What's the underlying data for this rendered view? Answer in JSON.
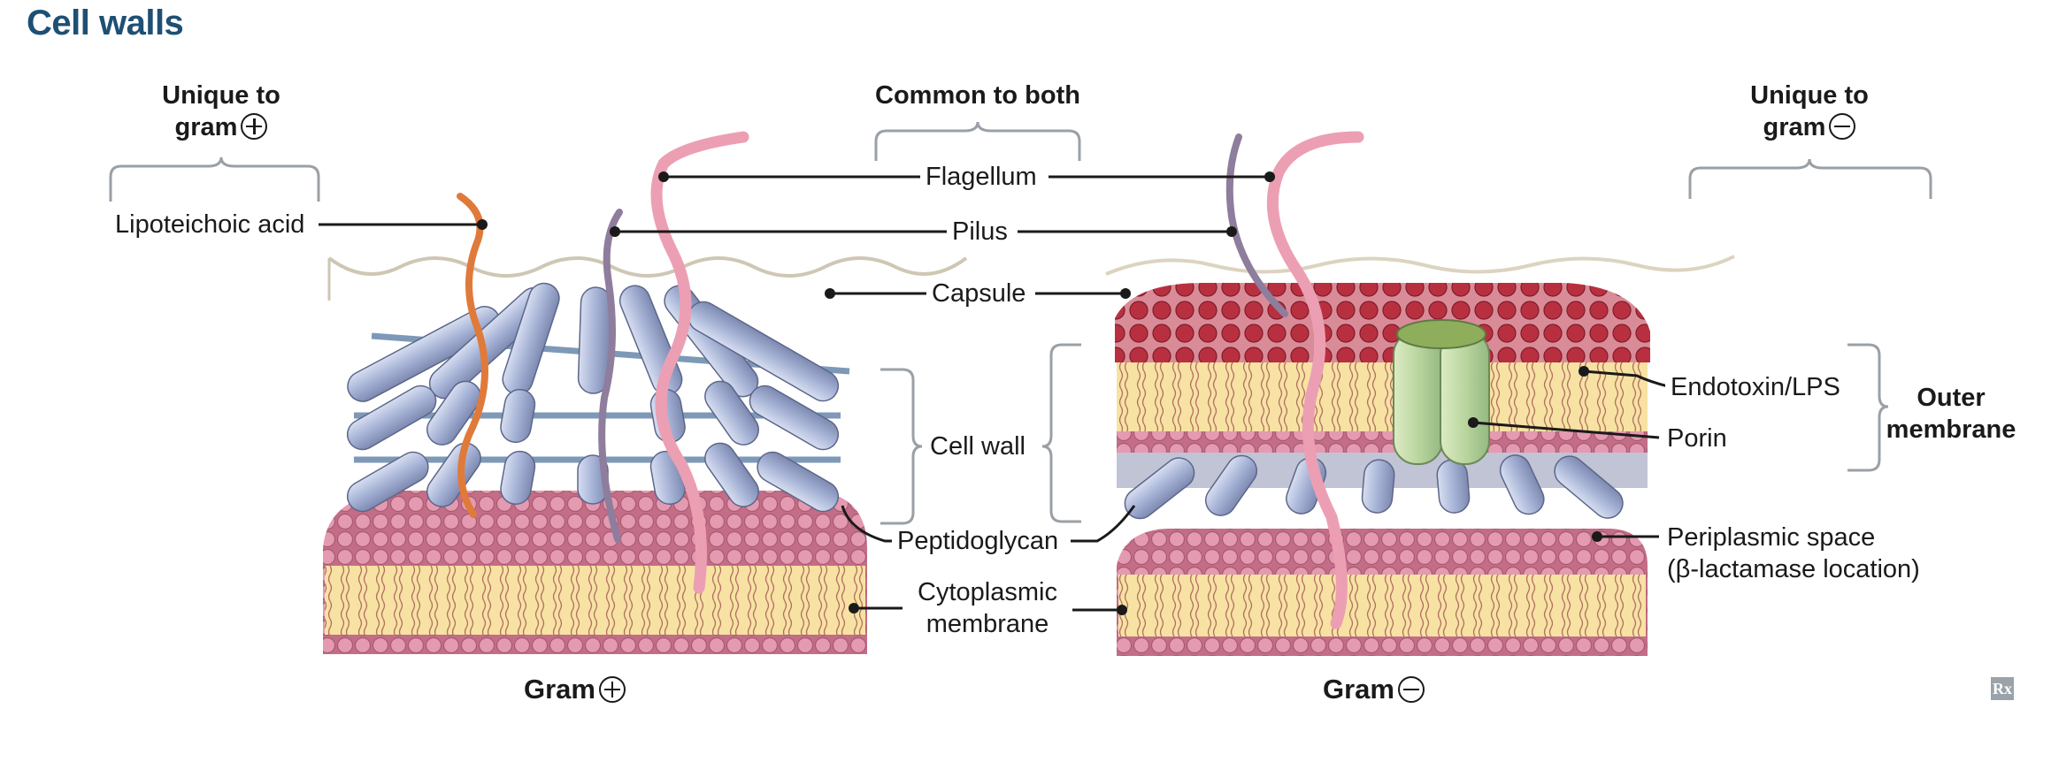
{
  "title": "Cell walls",
  "headers": {
    "unique_left_line1": "Unique to",
    "unique_left_line2": "gram",
    "common": "Common to both",
    "unique_right_line1": "Unique to",
    "unique_right_line2": "gram"
  },
  "labels": {
    "lipoteichoic": "Lipoteichoic acid",
    "flagellum": "Flagellum",
    "pilus": "Pilus",
    "capsule": "Capsule",
    "cell_wall": "Cell wall",
    "peptidoglycan": "Peptidoglycan",
    "cytoplasmic_line1": "Cytoplasmic",
    "cytoplasmic_line2": "membrane",
    "endotoxin": "Endotoxin/LPS",
    "porin": "Porin",
    "outer_line1": "Outer",
    "outer_line2": "membrane",
    "periplasmic_line1": "Periplasmic space",
    "periplasmic_line2": "(β-lactamase location)"
  },
  "captions": {
    "gram_pos": "Gram",
    "gram_neg": "Gram"
  },
  "icons": {
    "plus_circle": "circled-plus-icon",
    "minus_circle": "circled-minus-icon",
    "rx": "rx-icon"
  },
  "badge": "Rx",
  "colors": {
    "title": "#1e4f74",
    "membrane_head": "#d98aa0",
    "lipid_tail": "#f6e3a6",
    "peptidoglycan": "#a9b6d6",
    "lps": "#b8323a",
    "porin": "#b9d69a",
    "lipoteichoic": "#e07a3a",
    "flagellum": "#ec9fb3",
    "pilus": "#9a8aa8"
  }
}
